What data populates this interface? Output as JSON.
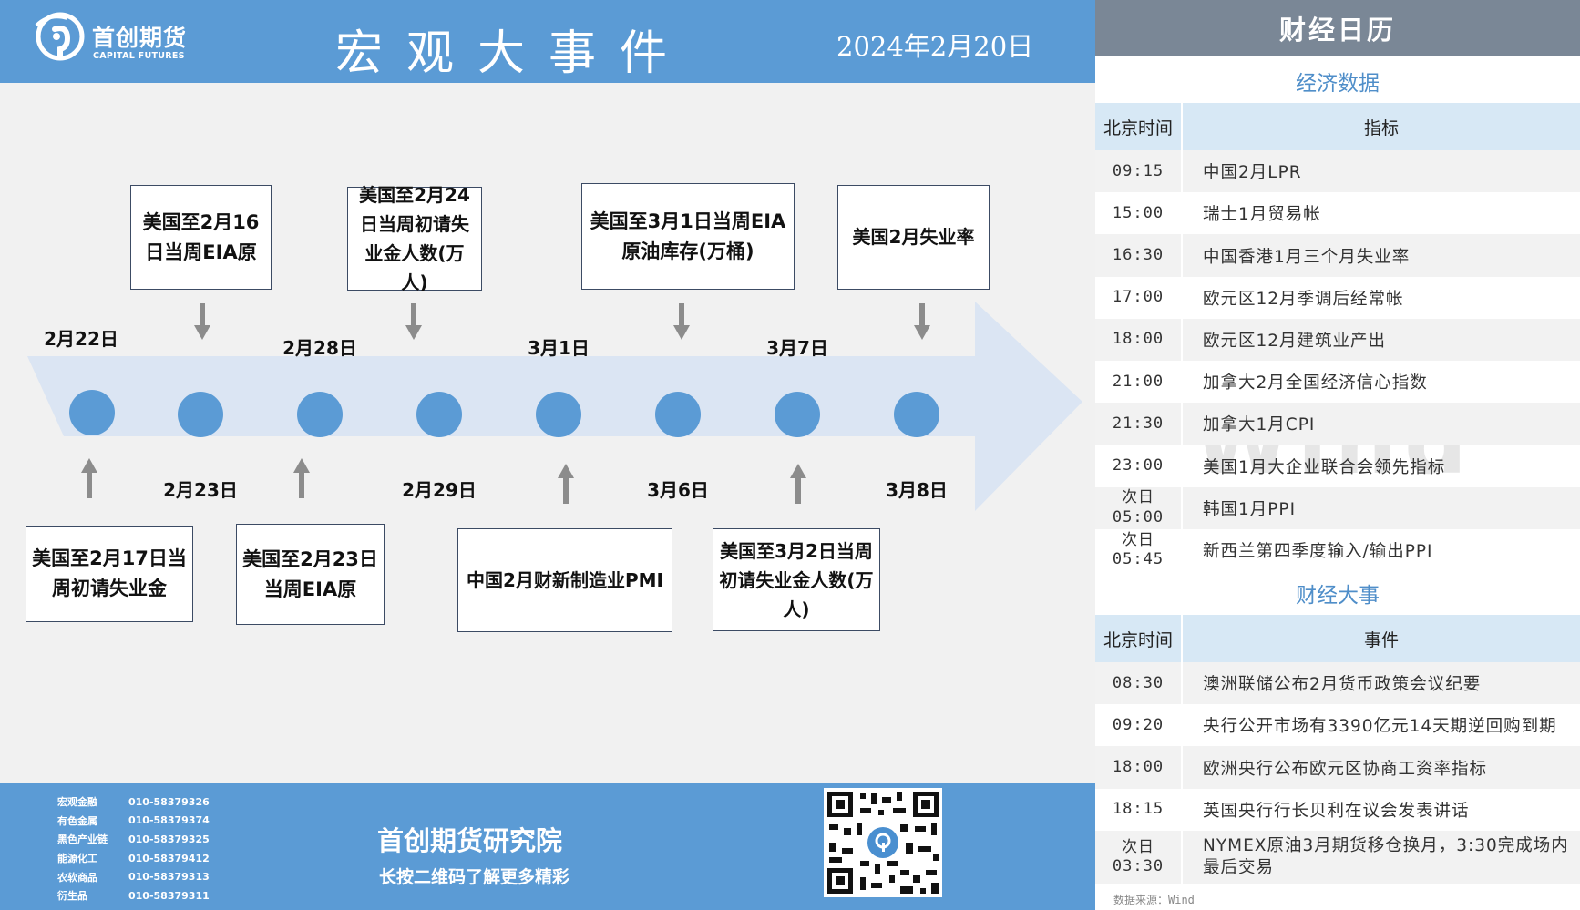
{
  "header": {
    "logo_cn": "首创期货",
    "logo_en": "CAPITAL FUTURES",
    "title": "宏观大事件",
    "date": "2024年2月20日"
  },
  "timeline": {
    "dates_top": [
      "2月22日",
      "2月28日",
      "3月1日",
      "3月7日"
    ],
    "dates_bottom": [
      "2月23日",
      "2月29日",
      "3月6日",
      "3月8日"
    ],
    "events_top": [
      "美国至2月16日当周EIA原",
      "美国至2月24日当周初请失业金人数(万人)",
      "美国至3月1日当周EIA原油库存(万桶)",
      "美国2月失业率"
    ],
    "events_bottom": [
      "美国至2月17日当周初请失业金",
      "美国至2月23日当周EIA原",
      "中国2月财新制造业PMI",
      "美国至3月2日当周初请失业金人数(万人)"
    ]
  },
  "footer": {
    "contacts": [
      {
        "name": "宏观金融",
        "phone": "010-58379326"
      },
      {
        "name": "有色金属",
        "phone": "010-58379374"
      },
      {
        "name": "黑色产业链",
        "phone": "010-58379325"
      },
      {
        "name": "能源化工",
        "phone": "010-58379412"
      },
      {
        "name": "农软商品",
        "phone": "010-58379313"
      },
      {
        "name": "衍生品",
        "phone": "010-58379311"
      }
    ],
    "institute": "首创期货研究院",
    "subtitle": "长按二维码了解更多精彩"
  },
  "calendar": {
    "title": "财经日历",
    "econ_title": "经济数据",
    "col_time": "北京时间",
    "col_indicator": "指标",
    "econ_rows": [
      {
        "time": "09:15",
        "item": "中国2月LPR"
      },
      {
        "time": "15:00",
        "item": "瑞士1月贸易帐"
      },
      {
        "time": "16:30",
        "item": "中国香港1月三个月失业率"
      },
      {
        "time": "17:00",
        "item": "欧元区12月季调后经常帐"
      },
      {
        "time": "18:00",
        "item": "欧元区12月建筑业产出"
      },
      {
        "time": "21:00",
        "item": "加拿大2月全国经济信心指数"
      },
      {
        "time": "21:30",
        "item": "加拿大1月CPI"
      },
      {
        "time": "23:00",
        "item": "美国1月大企业联合会领先指标"
      },
      {
        "time": "次日\n05:00",
        "item": "韩国1月PPI"
      },
      {
        "time": "次日\n05:45",
        "item": "新西兰第四季度输入/输出PPI"
      }
    ],
    "event_title": "财经大事",
    "col_event": "事件",
    "event_rows": [
      {
        "time": "08:30",
        "item": "澳洲联储公布2月货币政策会议纪要"
      },
      {
        "time": "09:20",
        "item": "央行公开市场有3390亿元14天期逆回购到期"
      },
      {
        "time": "18:00",
        "item": "欧洲央行公布欧元区协商工资率指标"
      },
      {
        "time": "18:15",
        "item": "英国央行行长贝利在议会发表讲话"
      },
      {
        "time": "次日\n03:30",
        "item": "NYMEX原油3月期货移仓换月，3:30完成场内最后交易"
      }
    ],
    "watermark": "Wind",
    "source": "数据来源：Wind"
  },
  "colors": {
    "banner": "#5b9bd5",
    "arrow": "#dbe5f3",
    "dot": "#5b9bd5",
    "calendar_title_bg": "#7a8796",
    "header_row_bg": "#d7e8f5",
    "section_text": "#4f8ec9"
  }
}
